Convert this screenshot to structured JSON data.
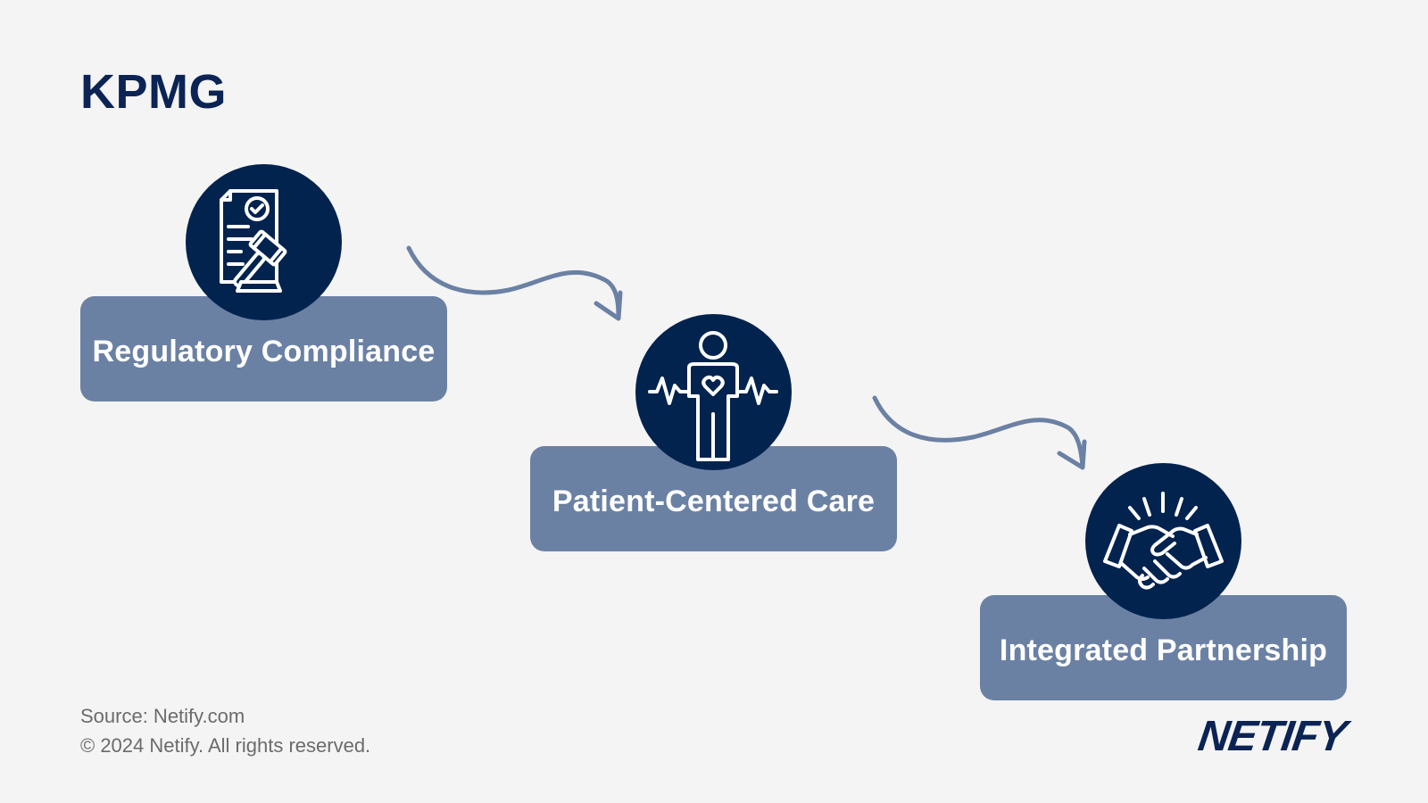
{
  "header": {
    "title": "KPMG"
  },
  "steps": [
    {
      "label": "Regulatory Compliance",
      "icon": "document-gavel-icon"
    },
    {
      "label": "Patient-Centered Care",
      "icon": "person-heartbeat-icon"
    },
    {
      "label": "Integrated Partnership",
      "icon": "handshake-icon"
    }
  ],
  "footer": {
    "source": "Source: Netify.com",
    "copyright": "© 2024 Netify. All rights reserved."
  },
  "brand": {
    "logo_text": "NETIFY"
  },
  "colors": {
    "background": "#f4f4f4",
    "navy": "#03234f",
    "title": "#0b2454",
    "box": "#6b81a4",
    "arrow": "#6b81a4",
    "footer_text": "#6b6b6b"
  }
}
